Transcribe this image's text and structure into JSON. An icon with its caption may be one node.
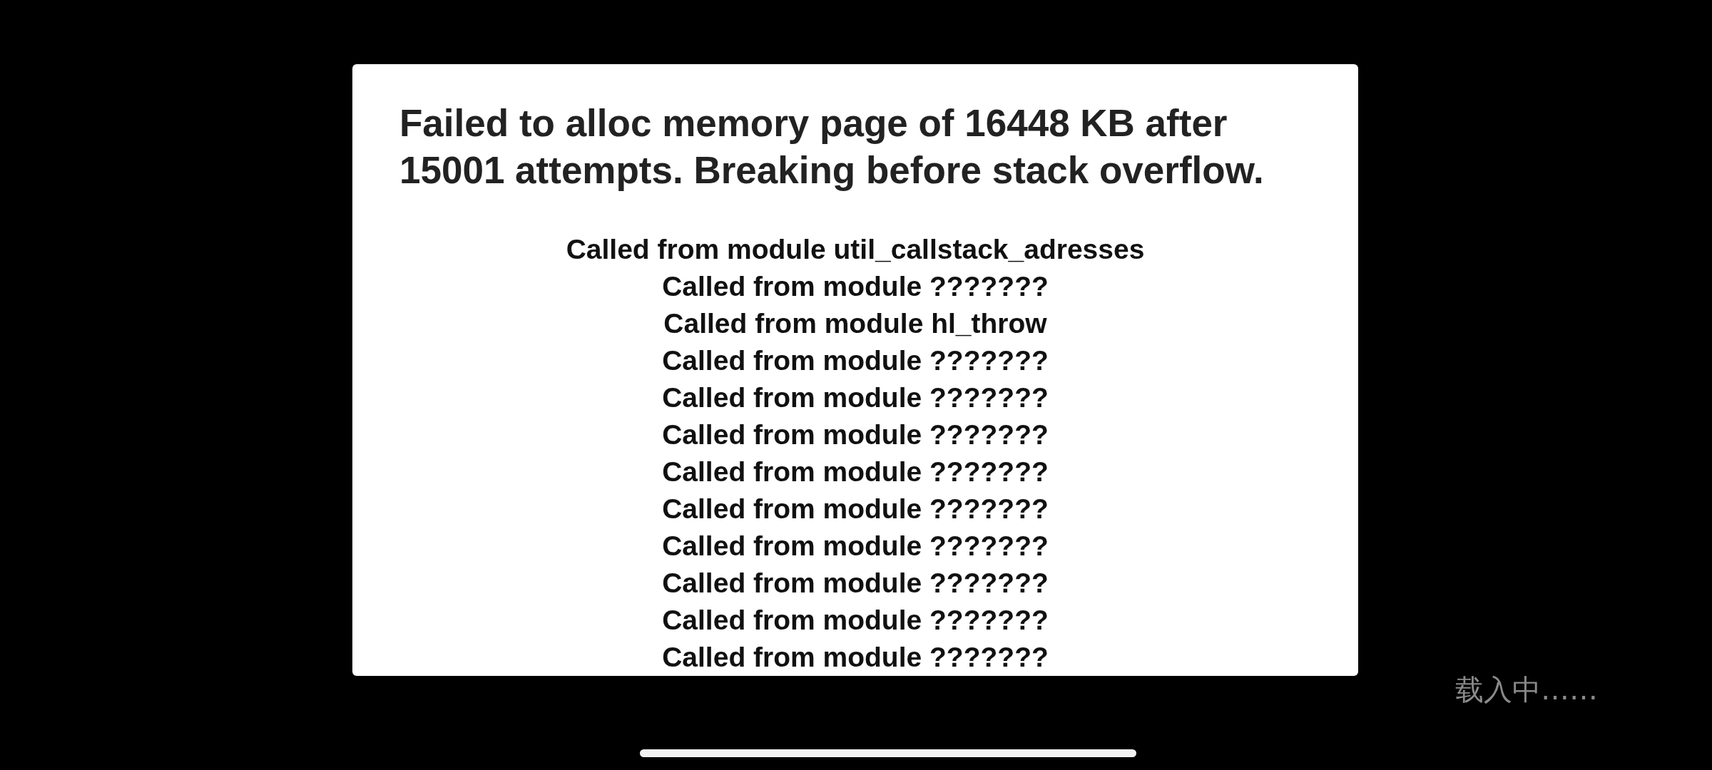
{
  "diagram": {
    "nodes": [
      {
        "text": [
          "Failed to alloc memory page of 16448 KB after 15001 attempts. Breaking before stack overflow.",
          "Called from module util_callstack_adresses",
          "Called from module ???????",
          "Called from module hl_throw",
          "Called from module ???????",
          "Called from module ???????",
          "Called from module ???????",
          "Called from module ???????",
          "Called from module ???????",
          "Called from module ???????",
          "Called from module ???????",
          "Called from module ???????",
          "Called from module ???????"
        ]
      }
    ],
    "labels": [
      "载入中……"
    ]
  }
}
